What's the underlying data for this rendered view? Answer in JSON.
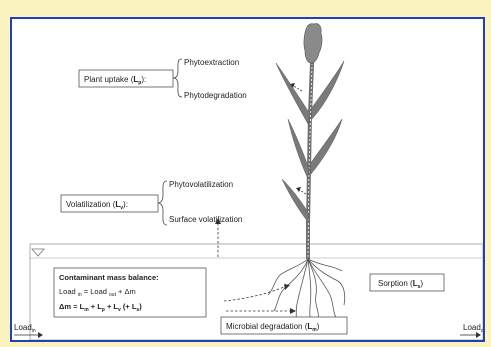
{
  "plant_uptake": {
    "label": "Plant uptake (",
    "sym": "L",
    "sub": "p",
    "close": "):",
    "items": [
      "Phytoextraction",
      "Phytodegradation"
    ]
  },
  "volatilization": {
    "label": "Volatilization (",
    "sym": "L",
    "sub": "v",
    "close": "):",
    "items": [
      "Phytovolatilization",
      "Surface volatilization"
    ]
  },
  "mass_balance": {
    "title": "Contaminant mass balance:",
    "eq1_a": "Load ",
    "eq1_a_sub": "in",
    "eq1_b": " = Load ",
    "eq1_b_sub": "out",
    "eq1_c": " + Δm",
    "eq2": "Δm = L",
    "eq2_s1": "m",
    "eq2_b": " + L",
    "eq2_s2": "p",
    "eq2_c": " + L",
    "eq2_s3": "v",
    "eq2_d": " (+ L",
    "eq2_s4": "s",
    "eq2_e": ")"
  },
  "sorption": {
    "label": "Sorption (",
    "sym": "L",
    "sub": "s",
    "close": ")"
  },
  "microbial": {
    "label": "Microbial degradation (",
    "sym": "L",
    "sub": "m",
    "close": ")"
  },
  "load_in": {
    "label": "Load",
    "sub": "in"
  },
  "load_out": {
    "label": "Load",
    "sub": "out"
  },
  "colors": {
    "frame": "#1f3fbf",
    "background": "#fbf3c0",
    "plant": "#7a7a7a",
    "flower": "#8a8a8a"
  }
}
